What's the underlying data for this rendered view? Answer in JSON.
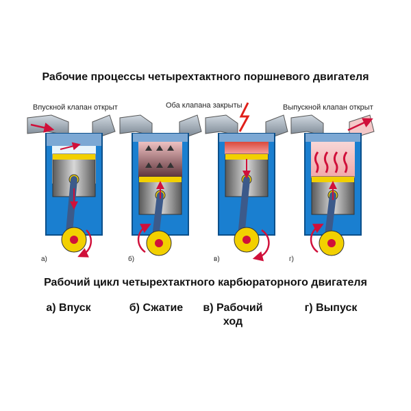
{
  "title_top": "Рабочие процессы четырехтактного поршневого двигателя",
  "title_bottom": "Рабочий цикл четырехтактного карбюраторного двигателя",
  "valve_labels": [
    "Впускной клапан открыт",
    "Оба клапана закрыты",
    "Выпускной клапан открыт"
  ],
  "sub_labels": [
    "а)",
    "б)",
    "в)",
    "г)"
  ],
  "strokes": [
    "а) Впуск",
    "б) Сжатие",
    "в) Рабочий ход",
    "г) Выпуск"
  ],
  "colors": {
    "cylinder": "#1a7fd0",
    "cylinder_dark": "#0b4f8a",
    "piston": "#8a8a8a",
    "piston_ring": "#f2d000",
    "rod": "#3c5a8a",
    "crank": "#f2d000",
    "arrow": "#d0103a",
    "manifold": "#a8b4c0",
    "spark": "#e0201a"
  }
}
